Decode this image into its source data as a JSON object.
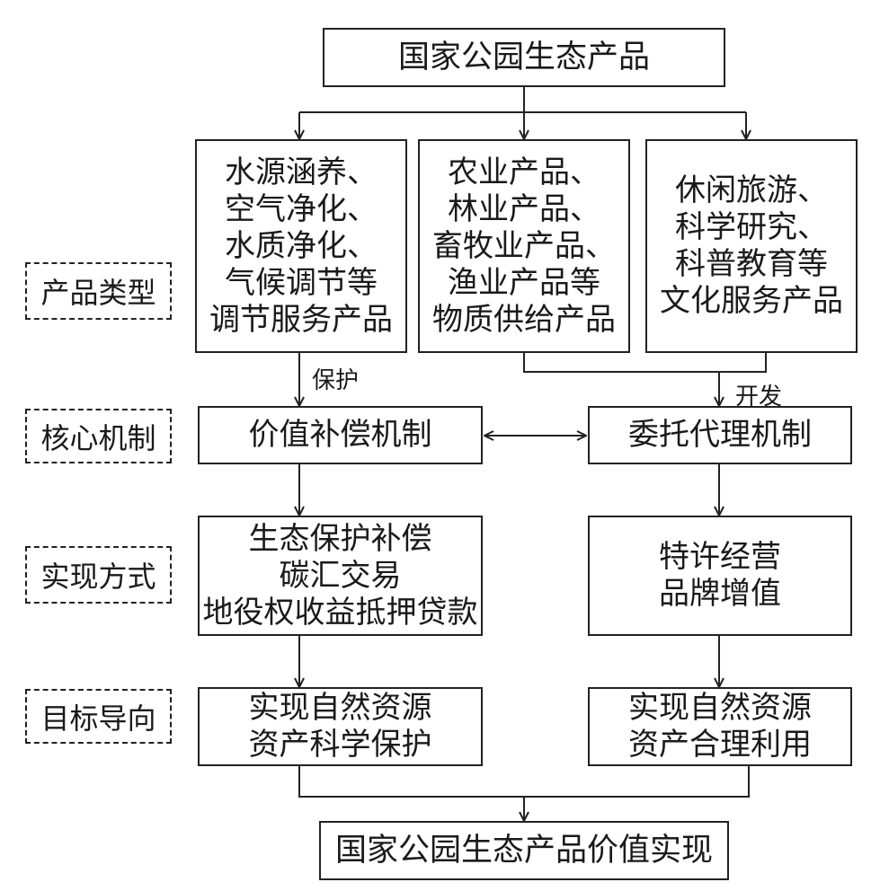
{
  "top_node": "国家公园生态产品",
  "product_types": [
    {
      "lines": [
        "水源涵养、",
        "空气净化、",
        "水质净化、",
        "气候调节等",
        "调节服务产品"
      ]
    },
    {
      "lines": [
        "农业产品、",
        "林业产品、",
        "畜牧业产品、",
        "渔业产品等",
        "物质供给产品"
      ]
    },
    {
      "lines": [
        "休闲旅游、",
        "科学研究、",
        "科普教育等",
        "文化服务产品"
      ]
    }
  ],
  "row_labels": [
    "产品类型",
    "核心机制",
    "实现方式",
    "目标导向"
  ],
  "edge_labels": {
    "protect": "保护",
    "develop": "开发"
  },
  "mechanisms": {
    "left": "价值补偿机制",
    "right": "委托代理机制"
  },
  "methods": {
    "left": [
      "生态保护补偿",
      "碳汇交易",
      "地役权收益抵押贷款"
    ],
    "right": [
      "特许经营",
      "品牌增值"
    ]
  },
  "goals": {
    "left": [
      "实现自然资源",
      "资产科学保护"
    ],
    "right": [
      "实现自然资源",
      "资产合理利用"
    ]
  },
  "bottom_node": "国家公园生态产品价值实现"
}
